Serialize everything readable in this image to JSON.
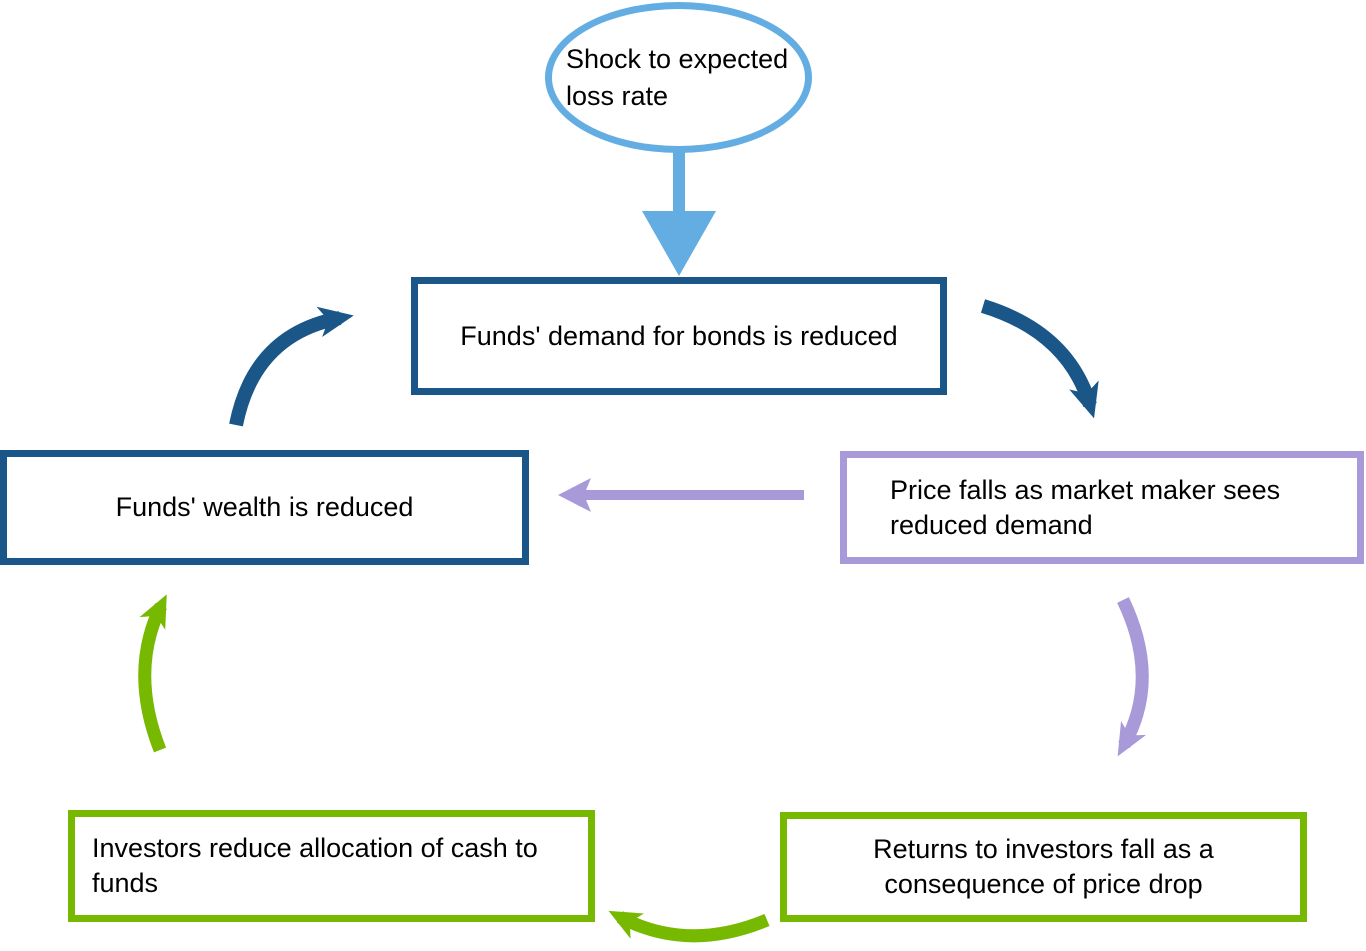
{
  "diagram": {
    "type": "flowchart-cycle",
    "colors": {
      "light_blue": "#63ADE2",
      "dark_blue": "#1A5788",
      "purple": "#A89AD8",
      "green": "#77B900",
      "text": "#000000",
      "background": "#FFFFFF"
    },
    "nodes": {
      "shock": {
        "shape": "ellipse",
        "border": "light_blue",
        "lines": [
          "Shock to expected",
          "loss rate"
        ]
      },
      "demand": {
        "shape": "rectangle",
        "border": "dark_blue",
        "lines": [
          "Funds' demand for bonds is reduced"
        ]
      },
      "price": {
        "shape": "rectangle",
        "border": "purple",
        "lines": [
          "Price falls as market maker sees",
          "reduced demand"
        ]
      },
      "wealth": {
        "shape": "rectangle",
        "border": "dark_blue",
        "lines": [
          "Funds' wealth is reduced"
        ]
      },
      "returns": {
        "shape": "rectangle",
        "border": "green",
        "lines": [
          "Returns to investors fall as a",
          "consequence of price drop"
        ]
      },
      "investors": {
        "shape": "rectangle",
        "border": "green",
        "lines": [
          "Investors reduce allocation of cash to",
          "funds"
        ]
      }
    },
    "arrows": [
      {
        "from": "shock",
        "to": "demand",
        "color": "light_blue",
        "style": "straight-down"
      },
      {
        "from": "demand",
        "to": "price",
        "color": "dark_blue",
        "style": "curved"
      },
      {
        "from": "price",
        "to": "wealth",
        "color": "purple",
        "style": "straight-left"
      },
      {
        "from": "wealth",
        "to": "demand",
        "color": "dark_blue",
        "style": "curved"
      },
      {
        "from": "price",
        "to": "returns",
        "color": "purple",
        "style": "curved"
      },
      {
        "from": "returns",
        "to": "investors",
        "color": "green",
        "style": "curved"
      },
      {
        "from": "investors",
        "to": "wealth",
        "color": "green",
        "style": "curved"
      }
    ]
  }
}
